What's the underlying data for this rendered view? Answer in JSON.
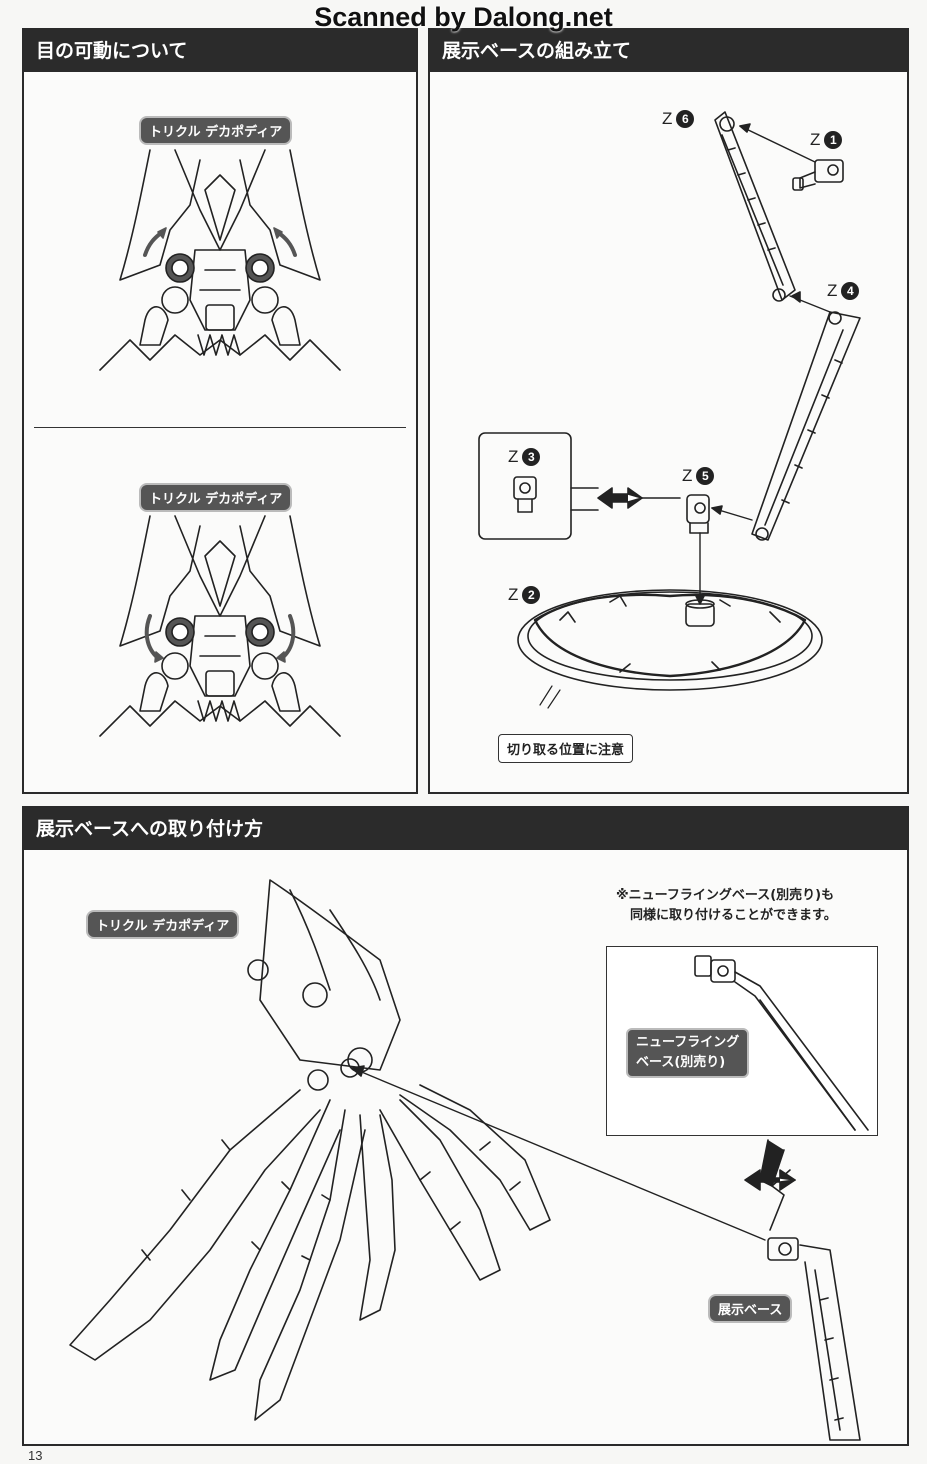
{
  "watermark": "Scanned by Dalong.net",
  "page_number": "13",
  "panels": {
    "eye": {
      "title": "目の可動について",
      "tag_top": "トリクル デカポディア",
      "tag_bottom": "トリクル デカポディア"
    },
    "base_assembly": {
      "title": "展示ベースの組み立て",
      "parts": [
        {
          "letter": "Z",
          "num": "6"
        },
        {
          "letter": "Z",
          "num": "1"
        },
        {
          "letter": "Z",
          "num": "4"
        },
        {
          "letter": "Z",
          "num": "3"
        },
        {
          "letter": "Z",
          "num": "5"
        },
        {
          "letter": "Z",
          "num": "2"
        }
      ],
      "caution_label": "切り取る位置に注意"
    },
    "mounting": {
      "title": "展示ベースへの取り付け方",
      "tag": "トリクル デカポディア",
      "note_line1": "※ニューフライングベース(別売り)も",
      "note_line2": "同様に取り付けることができます。",
      "flying_base_line1": "ニューフライング",
      "flying_base_line2": "ベース(別売り)",
      "display_base_label": "展示ベース"
    }
  }
}
